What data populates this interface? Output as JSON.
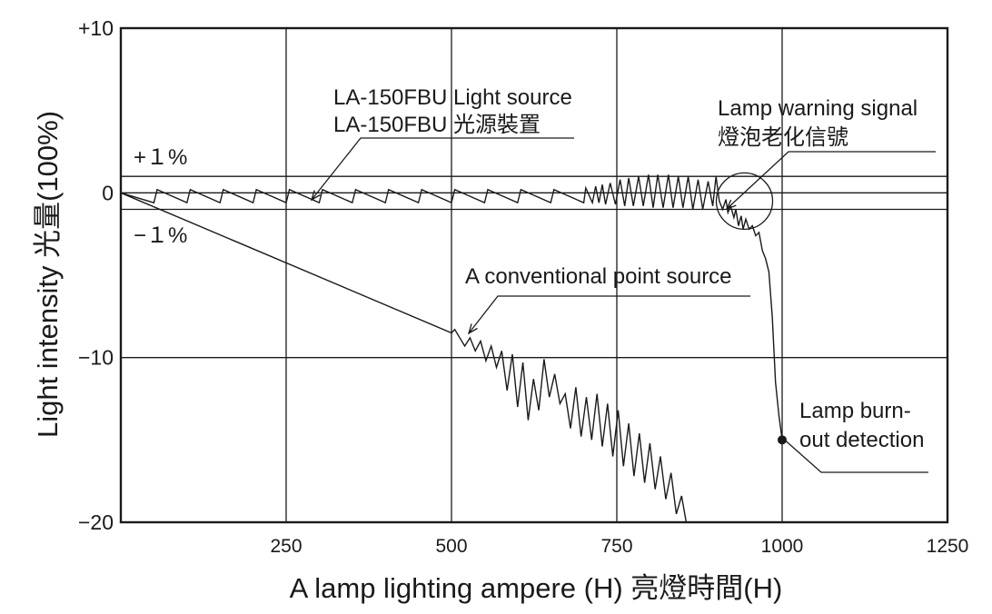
{
  "chart_data": {
    "type": "line",
    "xlabel": "A lamp lighting ampere (H) 亮燈時間(H)",
    "ylabel": "Light intensity 光量(100%)",
    "xlim": [
      0,
      1250
    ],
    "ylim": [
      -20,
      10
    ],
    "x_ticks": [
      250,
      500,
      750,
      1000,
      1250
    ],
    "x_tick_labels": [
      "250",
      "500",
      "750",
      "1000",
      "1250"
    ],
    "y_ticks": [
      10,
      0,
      -10,
      -20
    ],
    "y_tick_labels": [
      "+10",
      "0",
      "−10",
      "−20"
    ],
    "grid": true,
    "band": {
      "upper": 1,
      "lower": -1,
      "upper_label": "+１%",
      "lower_label": "−１%"
    },
    "series": [
      {
        "name": "LA-150FBU Light source",
        "x": [
          0,
          50,
          55,
          100,
          105,
          150,
          155,
          200,
          205,
          250,
          255,
          300,
          305,
          350,
          355,
          400,
          405,
          450,
          455,
          500,
          505,
          550,
          555,
          600,
          605,
          650,
          655,
          700,
          703,
          713,
          718,
          723,
          728,
          733,
          740,
          748,
          755,
          762,
          768,
          775,
          783,
          790,
          798,
          805,
          812,
          820,
          828,
          835,
          843,
          850,
          858,
          865,
          873,
          880,
          888,
          895,
          900,
          905,
          910,
          915,
          918,
          922,
          927,
          930,
          934,
          938,
          941,
          945,
          950,
          955,
          960,
          965,
          970,
          975,
          980,
          985,
          990,
          995,
          1000
        ],
        "y": [
          0,
          -0.6,
          0.2,
          -0.6,
          0.2,
          -0.6,
          0.2,
          -0.6,
          0.2,
          -0.6,
          0.2,
          -0.6,
          0.2,
          -0.6,
          0.2,
          -0.6,
          0.2,
          -0.6,
          0.2,
          -0.6,
          0.2,
          -0.6,
          0.2,
          -0.6,
          0.2,
          -0.6,
          0.2,
          -0.6,
          0.3,
          -0.6,
          0.4,
          -0.6,
          0.5,
          -0.7,
          0.6,
          -0.7,
          0.8,
          -0.8,
          0.9,
          -0.8,
          1.0,
          -0.8,
          1.1,
          -0.9,
          1.1,
          -0.9,
          1.1,
          -0.9,
          1.0,
          -0.9,
          1.0,
          -1.0,
          0.8,
          -1.0,
          0.7,
          -0.8,
          1.0,
          -0.5,
          -1.0,
          -0.4,
          -1.2,
          -0.8,
          -1.5,
          -1.0,
          -2.0,
          -1.4,
          -2.2,
          -1.6,
          -2.2,
          -2.0,
          -2.6,
          -2.4,
          -3.5,
          -4.0,
          -4.8,
          -7.5,
          -11.5,
          -13.5,
          -15.0
        ]
      },
      {
        "name": "A conventional point source",
        "x": [
          0,
          500,
          505,
          520,
          528,
          536,
          544,
          552,
          560,
          568,
          576,
          584,
          592,
          600,
          608,
          616,
          624,
          632,
          640,
          648,
          656,
          664,
          672,
          680,
          688,
          696,
          704,
          712,
          720,
          728,
          736,
          744,
          752,
          760,
          768,
          776,
          784,
          792,
          800,
          808,
          816,
          824,
          832,
          840,
          848,
          855
        ],
        "y": [
          0,
          -8.5,
          -8.3,
          -9.3,
          -8.8,
          -9.6,
          -9.0,
          -10.2,
          -9.3,
          -10.6,
          -9.6,
          -12.0,
          -9.8,
          -13.0,
          -10.3,
          -13.8,
          -11.3,
          -13.2,
          -10.1,
          -12.4,
          -11.0,
          -12.8,
          -12.2,
          -14.3,
          -11.8,
          -14.8,
          -12.4,
          -15.0,
          -12.2,
          -15.4,
          -12.8,
          -16.0,
          -13.2,
          -16.6,
          -14.0,
          -17.2,
          -14.6,
          -17.6,
          -15.2,
          -18.0,
          -16.0,
          -18.6,
          -17.0,
          -19.5,
          -18.4,
          -20.0
        ]
      }
    ],
    "annotations": [
      {
        "lines": [
          "LA-150FBU Light source",
          "LA-150FBU 光源裝置"
        ]
      },
      {
        "lines": [
          "Lamp warning signal",
          "燈泡老化信號"
        ]
      },
      {
        "lines": [
          "A conventional point source"
        ]
      },
      {
        "lines": [
          "Lamp burn-",
          "out detection"
        ]
      }
    ]
  }
}
